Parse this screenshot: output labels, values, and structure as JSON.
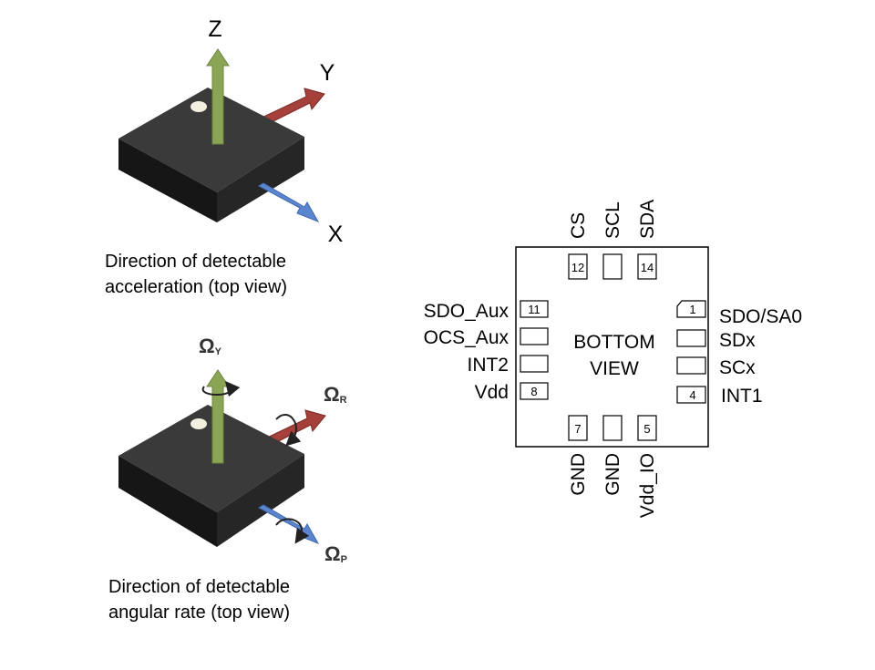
{
  "accel_diagram": {
    "axis_z": "Z",
    "axis_y": "Y",
    "axis_x": "X",
    "caption_line1": "Direction of detectable",
    "caption_line2": "acceleration (top view)"
  },
  "gyro_diagram": {
    "omega": "Ω",
    "sub_y": "Y",
    "sub_r": "R",
    "sub_p": "P",
    "caption_line1": "Direction of detectable",
    "caption_line2": "angular rate (top view)"
  },
  "pinout": {
    "center_line1": "BOTTOM",
    "center_line2": "VIEW",
    "top_labels": [
      "CS",
      "SCL",
      "SDA"
    ],
    "top_pad_numbers": [
      "12",
      "",
      "14"
    ],
    "bottom_labels": [
      "GND",
      "GND",
      "Vdd_IO"
    ],
    "bottom_pad_numbers": [
      "7",
      "",
      "5"
    ],
    "left_labels": [
      "SDO_Aux",
      "OCS_Aux",
      "INT2",
      "Vdd"
    ],
    "left_pad_numbers": [
      "11",
      "",
      "",
      "8"
    ],
    "right_labels": [
      "SDO/SA0",
      "SDx",
      "SCx",
      "INT1"
    ],
    "right_pad_numbers": [
      "1",
      "",
      "",
      "4"
    ]
  },
  "colors": {
    "z_arrow": "#8aa654",
    "y_arrow": "#a6403a",
    "x_arrow": "#5b86cf",
    "chip_top": "#3a3a3a",
    "chip_side": "#151515",
    "chip_front": "#252525"
  }
}
